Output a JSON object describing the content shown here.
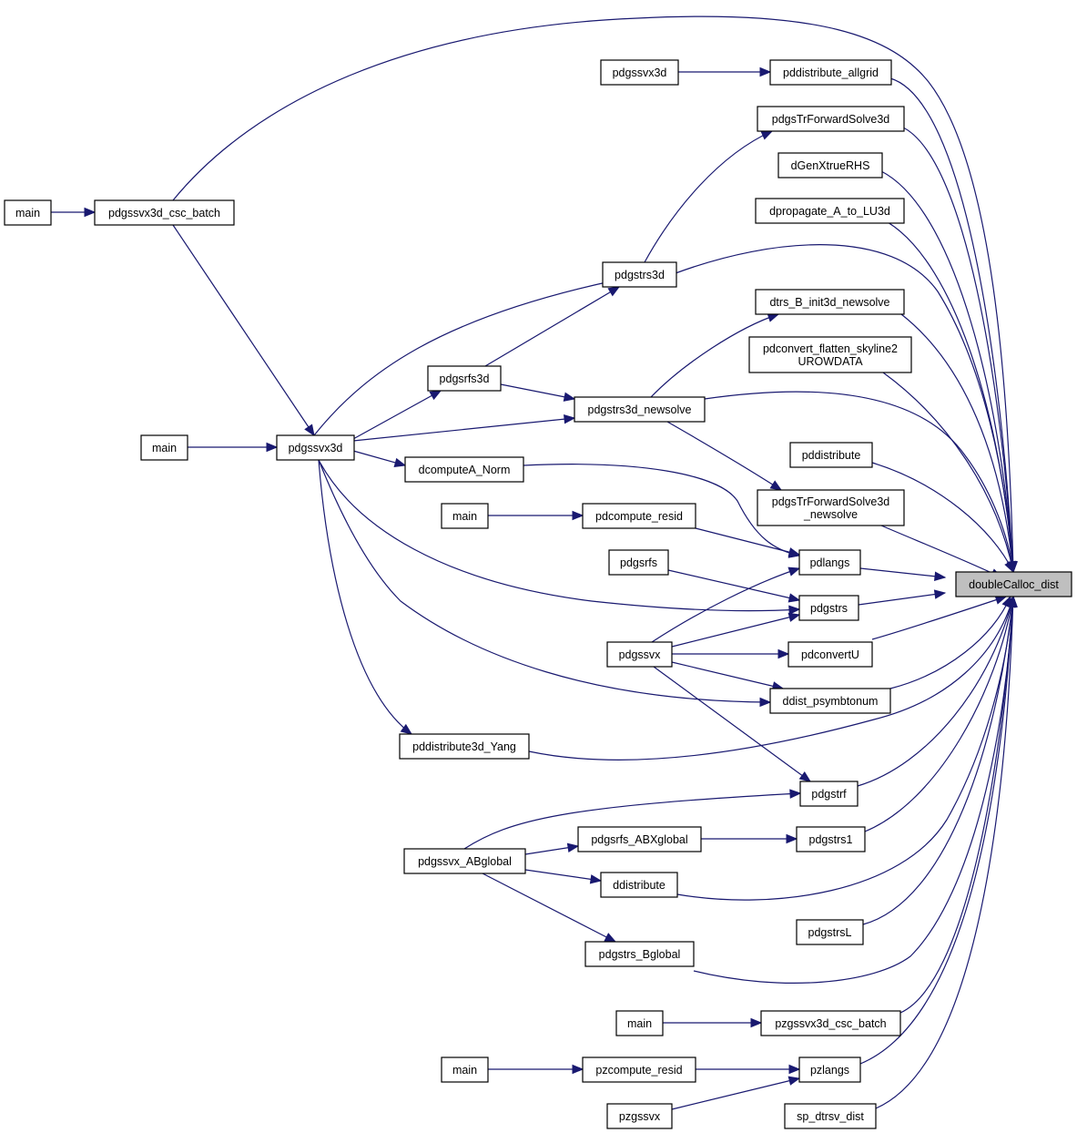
{
  "graph": {
    "focus": "doubleCalloc_dist",
    "edge_color": "#191970",
    "nodes": {
      "focus": [
        "doubleCalloc_dist"
      ],
      "main_1": [
        "main"
      ],
      "batch3d": [
        "pdgssvx3d_csc_batch"
      ],
      "pdgssvx3d_a": [
        "pdgssvx3d"
      ],
      "allgrid": [
        "pddistribute_allgrid"
      ],
      "trfwd3d": [
        "pdgsTrForwardSolve3d"
      ],
      "genx": [
        "dGenXtrueRHS"
      ],
      "prop": [
        "dpropagate_A_to_LU3d"
      ],
      "pdgstrs3d": [
        "pdgstrs3d"
      ],
      "dtrsb": [
        "dtrs_B_init3d_newsolve"
      ],
      "flatten": [
        "pdconvert_flatten_skyline2",
        "UROWDATA"
      ],
      "pdgsrfs3d": [
        "pdgsrfs3d"
      ],
      "newsolve": [
        "pdgstrs3d_newsolve"
      ],
      "main_2": [
        "main"
      ],
      "pdgssvx3d_b": [
        "pdgssvx3d"
      ],
      "pddist": [
        "pddistribute"
      ],
      "dcompA": [
        "dcomputeA_Norm"
      ],
      "trfwd3dn": [
        "pdgsTrForwardSolve3d",
        "_newsolve"
      ],
      "main_3": [
        "main"
      ],
      "pdcomp": [
        "pdcompute_resid"
      ],
      "pdgsrfs": [
        "pdgsrfs"
      ],
      "pdlangs": [
        "pdlangs"
      ],
      "pdgstrs": [
        "pdgstrs"
      ],
      "pdgssvx": [
        "pdgssvx"
      ],
      "pdconvertU": [
        "pdconvertU"
      ],
      "ddist": [
        "ddist_psymbtonum"
      ],
      "yang": [
        "pddistribute3d_Yang"
      ],
      "pdgstrf": [
        "pdgstrf"
      ],
      "abxg": [
        "pdgsrfs_ABXglobal"
      ],
      "pdgstrs1": [
        "pdgstrs1"
      ],
      "abglobal": [
        "pdgssvx_ABglobal"
      ],
      "ddistribute": [
        "ddistribute"
      ],
      "pdgstrsL": [
        "pdgstrsL"
      ],
      "bglobal": [
        "pdgstrs_Bglobal"
      ],
      "main_4": [
        "main"
      ],
      "pzbatch": [
        "pzgssvx3d_csc_batch"
      ],
      "main_5": [
        "main"
      ],
      "pzcomp": [
        "pzcompute_resid"
      ],
      "pzlangs": [
        "pzlangs"
      ],
      "pzgssvx": [
        "pzgssvx"
      ],
      "spdtrsv": [
        "sp_dtrsv_dist"
      ]
    }
  }
}
